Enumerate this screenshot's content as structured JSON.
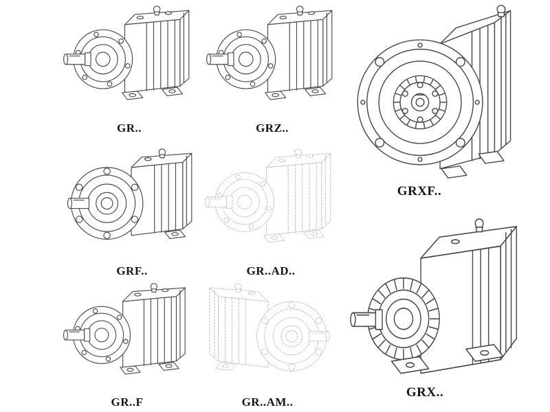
{
  "page": {
    "background": "#ffffff",
    "line_color": "#4a4a4a",
    "ghost_line_color": "#c3c3c3",
    "label_color": "#151515"
  },
  "figures": [
    {
      "id": "gr",
      "label": "GR..",
      "style": "solid"
    },
    {
      "id": "grz",
      "label": "GRZ..",
      "style": "solid"
    },
    {
      "id": "grxf",
      "label": "GRXF..",
      "style": "solid"
    },
    {
      "id": "grf",
      "label": "GRF..",
      "style": "solid"
    },
    {
      "id": "gr-ad",
      "label": "GR..AD..",
      "style": "dashed"
    },
    {
      "id": "gr-f",
      "label": "GR..F",
      "style": "solid"
    },
    {
      "id": "gr-am",
      "label": "GR..AM..",
      "style": "dashed"
    },
    {
      "id": "grx",
      "label": "GRX..",
      "style": "solid"
    }
  ]
}
